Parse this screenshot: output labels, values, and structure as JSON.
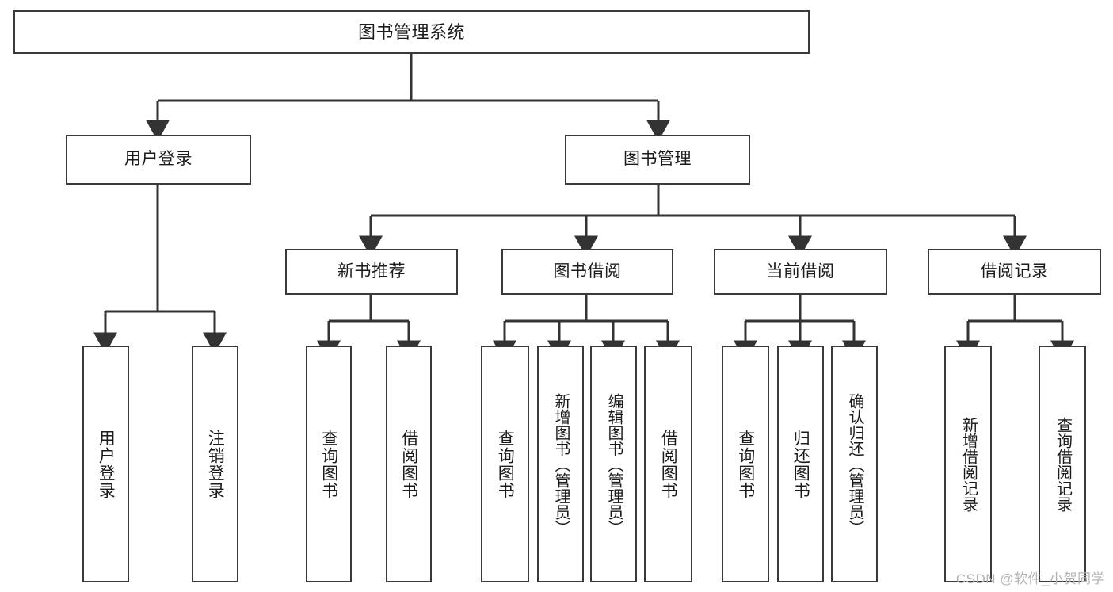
{
  "diagram": {
    "title": "图书管理系统",
    "type": "tree",
    "colors": {
      "box_border": "#3a3a3a",
      "box_fill": "#ffffff",
      "connector": "#333333",
      "text": "#1b1b1b",
      "watermark": "#b4b4b4"
    },
    "nodes": {
      "root": {
        "label": "图书管理系统"
      },
      "level2": [
        {
          "id": "user-login",
          "label": "用户登录"
        },
        {
          "id": "book-manage",
          "label": "图书管理"
        }
      ],
      "level3": [
        {
          "id": "new-book-recommend",
          "label": "新书推荐"
        },
        {
          "id": "book-borrow",
          "label": "图书借阅"
        },
        {
          "id": "current-borrow",
          "label": "当前借阅"
        },
        {
          "id": "borrow-record",
          "label": "借阅记录"
        }
      ],
      "leaves": {
        "user_login": [
          {
            "id": "leaf-user-login",
            "label": "用户登录"
          },
          {
            "id": "leaf-logout-login",
            "label": "注销登录"
          }
        ],
        "new_book_recommend": [
          {
            "id": "leaf-query-book-1",
            "label": "查询图书"
          },
          {
            "id": "leaf-borrow-book-1",
            "label": "借阅图书"
          }
        ],
        "book_borrow": [
          {
            "id": "leaf-query-book-2",
            "label": "查询图书"
          },
          {
            "id": "leaf-add-book-admin",
            "label": "新增图书（管理员）"
          },
          {
            "id": "leaf-edit-book-admin",
            "label": "编辑图书（管理员）"
          },
          {
            "id": "leaf-borrow-book-2",
            "label": "借阅图书"
          }
        ],
        "current_borrow": [
          {
            "id": "leaf-query-book-3",
            "label": "查询图书"
          },
          {
            "id": "leaf-return-book",
            "label": "归还图书"
          },
          {
            "id": "leaf-confirm-return-admin",
            "label": "确认归还（管理员）"
          }
        ],
        "borrow_record": [
          {
            "id": "leaf-add-borrow-record",
            "label": "新增借阅记录"
          },
          {
            "id": "leaf-query-borrow-record",
            "label": "查询借阅记录"
          }
        ]
      }
    },
    "watermark": "CSDN @软件_小贺同学"
  }
}
